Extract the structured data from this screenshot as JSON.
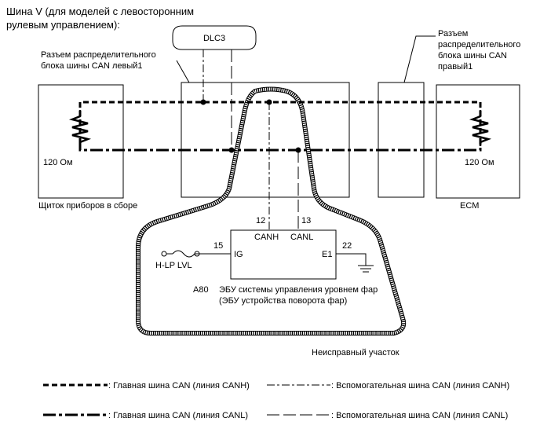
{
  "title": {
    "line1": "Шина V (для моделей с левосторонним",
    "line2": "рулевым управлением):"
  },
  "dlc3_label": "DLC3",
  "junction_left": {
    "line1": "Разъем распределительного",
    "line2": "блока шины CAN левый1"
  },
  "junction_right": {
    "line1": "Разъем",
    "line2": "распределительного",
    "line3": "блока шины CAN",
    "line4": "правый1"
  },
  "resistor_left": "120 Ом",
  "resistor_right": "120 Ом",
  "meter_label": "Щиток приборов в сборе",
  "ecm_label": "ECM",
  "ecu": {
    "pin_canh": "12",
    "pin_canl": "13",
    "canh": "CANH",
    "canl": "CANL",
    "pin_ig": "15",
    "ig": "IG",
    "e1": "E1",
    "pin_e1": "22",
    "fuse": "H-LP LVL",
    "connector": "A80",
    "name_line1": "ЭБУ системы управления уровнем фар",
    "name_line2": "(ЭБУ устройства поворота фар)"
  },
  "faulty_section": "Неисправный участок",
  "legend": {
    "main_canh": ": Главная шина CAN (линия CANH)",
    "main_canl": ": Главная шина CAN (линия CANL)",
    "sub_canh": ": Вспомогательная шина CAN (линия CANH)",
    "sub_canl": ": Вспомогательная шина CAN (линия CANL)"
  }
}
